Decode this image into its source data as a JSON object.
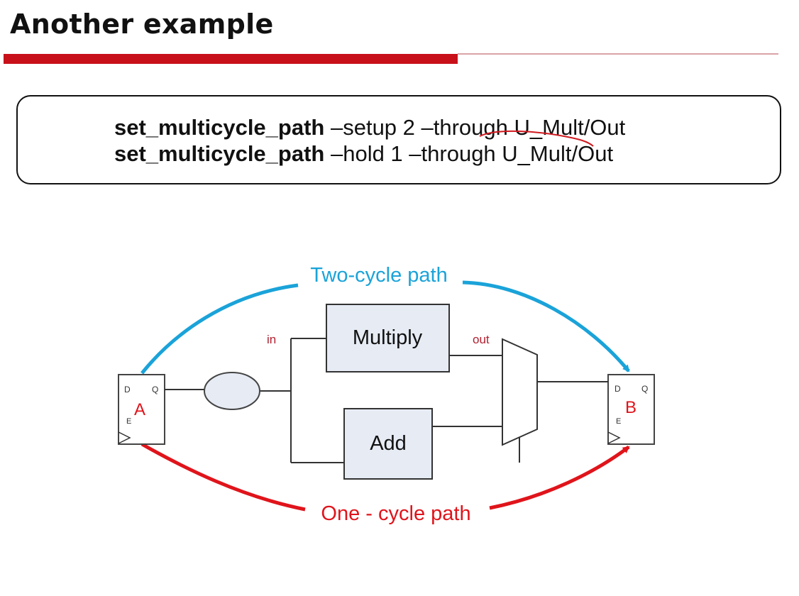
{
  "slide": {
    "title": "Another example"
  },
  "commands": [
    {
      "keyword": "set_multicycle_path",
      "args": " –setup 2 –through U_Mult/Out"
    },
    {
      "keyword": "set_multicycle_path",
      "args": " –hold 1 –through U_Mult/Out"
    }
  ],
  "diagram": {
    "register_a": {
      "label": "A",
      "pin_d": "D",
      "pin_q": "Q",
      "pin_e": "E"
    },
    "register_b": {
      "label": "B",
      "pin_d": "D",
      "pin_q": "Q",
      "pin_e": "E"
    },
    "multiply_label": "Multiply",
    "add_label": "Add",
    "in_label": "in",
    "out_label": "out",
    "two_cycle_label": "Two-cycle path",
    "one_cycle_label": "One - cycle path"
  },
  "colors": {
    "accent_red": "#c8101a",
    "two_cycle_blue": "#1aa3d9",
    "one_cycle_red": "#e0141b",
    "block_fill": "#e6ebf4"
  }
}
